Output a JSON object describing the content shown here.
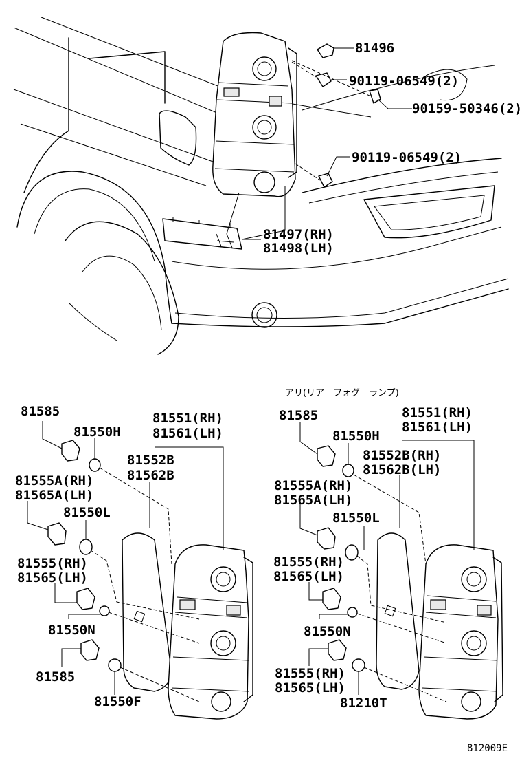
{
  "top": {
    "labels": {
      "p81496": "81496",
      "p90119a": "90119-06549(2)",
      "p90159": "90159-50346(2)",
      "p90119b": "90119-06549(2)",
      "p81497": "81497(RH)",
      "p81498": "81498(LH)"
    }
  },
  "left": {
    "labels": {
      "p81585a": "81585",
      "p81550h": "81550H",
      "p81551": "81551(RH)",
      "p81561": "81561(LH)",
      "p81552b": "81552B",
      "p81562b": "81562B",
      "p81555arh": "81555A(RH)",
      "p81565alh": "81565A(LH)",
      "p81550l": "81550L",
      "p81555rh": "81555(RH)",
      "p81565lh": "81565(LH)",
      "p81550n": "81550N",
      "p81585b": "81585",
      "p81550f": "81550F"
    }
  },
  "right": {
    "caption": "アリ(リア　フォグ　ランプ)",
    "labels": {
      "p81585": "81585",
      "p81550h": "81550H",
      "p81551": "81551(RH)",
      "p81561": "81561(LH)",
      "p81552brh": "81552B(RH)",
      "p81562blh": "81562B(LH)",
      "p81555arh": "81555A(RH)",
      "p81565alh": "81565A(LH)",
      "p81550l": "81550L",
      "p81555rh": "81555(RH)",
      "p81565lh": "81565(LH)",
      "p81550n": "81550N",
      "p81555rh2": "81555(RH)",
      "p81565lh2": "81565(LH)",
      "p81210t": "81210T"
    }
  },
  "diagram_code": "812009E"
}
